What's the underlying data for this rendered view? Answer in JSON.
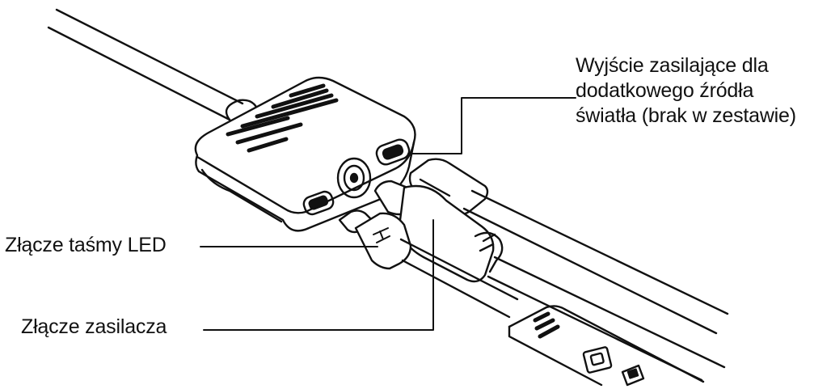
{
  "labels": {
    "output_line1": "Wyjście zasilające dla",
    "output_line2": "dodatkowego źródła",
    "output_line3": "światła (brak w zestawie)",
    "led_connector": "Złącze taśmy LED",
    "power_connector": "Złącze zasilacza"
  },
  "colors": {
    "stroke": "#111111",
    "background": "#ffffff"
  }
}
